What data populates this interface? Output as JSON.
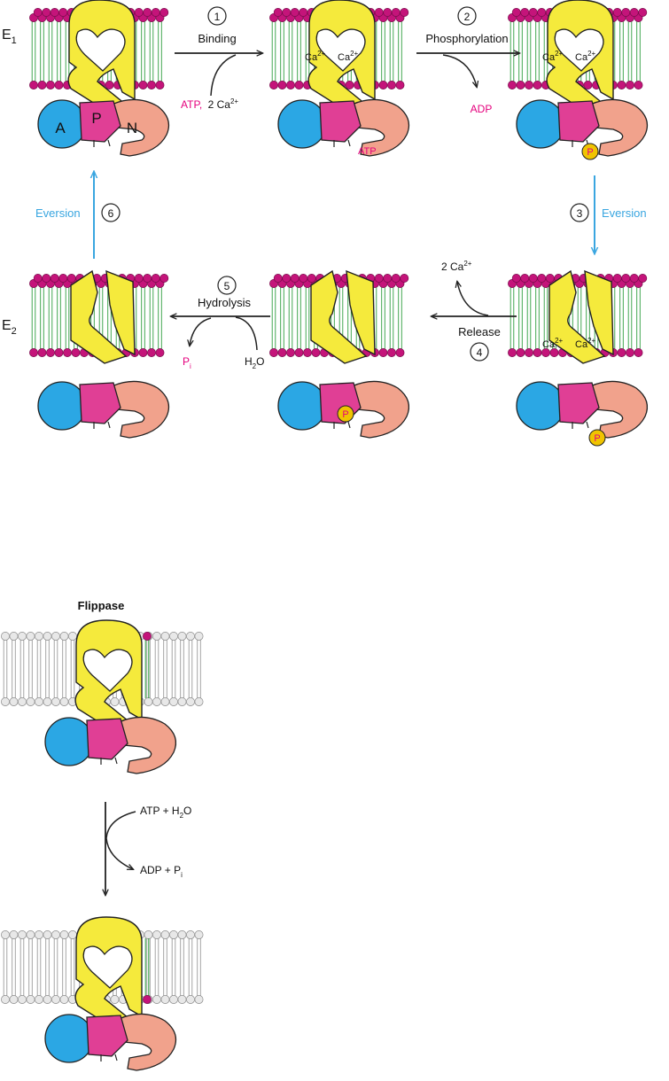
{
  "state_labels": {
    "e1_main": "E",
    "e1_sub": "1",
    "e2_main": "E",
    "e2_sub": "2"
  },
  "domain_labels": {
    "a": "A",
    "p": "P",
    "n": "N"
  },
  "phosphate_label": "P",
  "ion_label": "Ca",
  "ion_charge": "2+",
  "steps": [
    {
      "number": "1",
      "label": "Binding"
    },
    {
      "number": "2",
      "label": "Phosphorylation"
    },
    {
      "number": "3",
      "label": "Eversion"
    },
    {
      "number": "4",
      "label": "Release"
    },
    {
      "number": "5",
      "label": "Hydrolysis"
    },
    {
      "number": "6",
      "label": "Eversion"
    }
  ],
  "reagents": {
    "atp_pink": "ATP,",
    "two_ca_prefix": "2 Ca",
    "adp": "ADP",
    "bound_atp": "ATP",
    "release_prefix": "2 Ca",
    "pi_main": "P",
    "pi_sub": "i",
    "water_main": "H",
    "water_sub": "2",
    "water_tail": "O"
  },
  "flippase": {
    "title": "Flippase",
    "input_prefix": "ATP + H",
    "input_sub": "2",
    "input_tail": "O",
    "output_prefix": "ADP + P",
    "output_sub": "i"
  },
  "colors": {
    "eversion_arrow": "#3aa6e0",
    "reagent_pink": "#e5007d",
    "transmembrane_yellow": "#f5ea3c",
    "a_domain_blue": "#2ba7e4",
    "p_domain_magenta": "#e03f95",
    "n_domain_salmon": "#f1a28c",
    "lipid_head_magenta": "#c4147a",
    "lipid_tail_green": "#2e9d3e",
    "phosphate_gold": "#f0c400"
  }
}
